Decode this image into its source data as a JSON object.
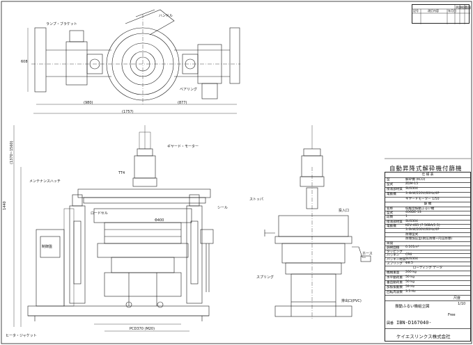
{
  "title_block": {
    "title": "自動昇降式解砕機付篩機",
    "rev_header": [
      "記号",
      "改訂内容",
      "年月日",
      "承認",
      "検図",
      "製図"
    ],
    "spec_header": "仕 様 表",
    "specs1": [
      {
        "label": "型",
        "value": "解砕機 (KCO)"
      },
      {
        "label": "型式",
        "value": "ZDM-15"
      },
      {
        "label": "接液部材質",
        "value": "SUS304"
      },
      {
        "label": "電動機",
        "value": "3.4kW/220V/60Hz/4P"
      },
      {
        "label": "",
        "value": "ギヤードモーター 1/50"
      }
    ],
    "spec_header2": "篩 機",
    "specs2": [
      {
        "label": "名称",
        "value": "低騒音振動ふるい機"
      },
      {
        "label": "型式",
        "value": "406DE-1S"
      },
      {
        "label": "段数",
        "value": "1"
      },
      {
        "label": "接液部材質",
        "value": "SUS304"
      },
      {
        "label": "電動機",
        "value": "KEV-4S5 (7.56BA/1.5)"
      },
      {
        "label": "",
        "value": "3.0kW/200V/60Hz/4P"
      },
      {
        "label": "",
        "value": "防爆型式"
      },
      {
        "label": "",
        "value": "防爆加圧型(耐圧防爆+内圧防爆)"
      }
    ],
    "specs3": [
      {
        "label": "目開",
        "value": ""
      },
      {
        "label": "篩網面積",
        "value": "0.101m²"
      },
      {
        "label": "タッピング",
        "value": ""
      },
      {
        "label": "パッキン",
        "value": "CR6"
      },
      {
        "label": "パッキン材質",
        "value": "SUS304"
      },
      {
        "label": "スプリング",
        "value": "Φ8.5"
      }
    ],
    "loading_header": "ローディング データ",
    "loading": [
      {
        "label": "機械重量",
        "value": "260 kg"
      },
      {
        "label": "水平動荷重",
        "value": "50 kg"
      },
      {
        "label": "垂直動荷重",
        "value": "50 kg"
      },
      {
        "label": "加振振動数",
        "value": "59 Hz"
      },
      {
        "label": "回転周波数",
        "value": "3.5 Hz"
      }
    ],
    "drawing_name": "振動ふるい機組立図",
    "scale_label": "尺度",
    "scale": "1/10",
    "material": "Free",
    "drawing_no": "IBN-D167040-",
    "company": "ケイエスリンクス株式会社",
    "drawn_no_label": "図番"
  },
  "annotations": {
    "top_left": "ランプ・ブラケット",
    "top_right": "ハンドル",
    "top_mid": "ベアリング",
    "dim_top_left": "(980)",
    "dim_top_right": "(877)",
    "dim_total": "(1757)",
    "dim_side": "608",
    "front_label1": "ギヤード・モーター",
    "front_label2": "メンテナンスハッチ",
    "front_label3": "ロードセル",
    "front_label4": "シール",
    "front_label5": "PCD370 (M20)",
    "front_label6": "ヒータ・ジャケット",
    "front_label7": "制御盤",
    "front_label8": "TT4",
    "front_label9": "Φ400",
    "side_label1": "ストッパ",
    "side_label2": "投入口",
    "side_label3": "排出口(PVC)",
    "side_label4": "ホース",
    "side_label5": "スプリング",
    "dim_height": "1440",
    "dim_top_height": "(1370~1560)"
  },
  "colors": {
    "line": "#1a1a1a",
    "paper": "#ffffff"
  }
}
